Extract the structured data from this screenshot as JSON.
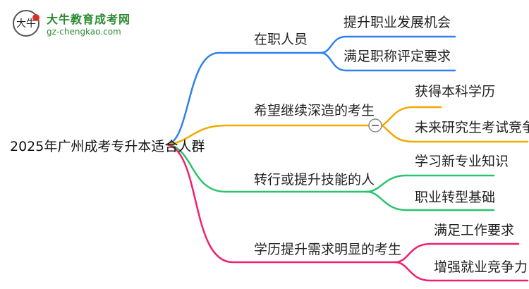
{
  "logo": {
    "name": "大牛教育成考网",
    "url": "gz-chengkao.com",
    "mark": "大牛"
  },
  "root": "2025年广州成考专升本适合人群",
  "colors": {
    "blue": "#2f80ed",
    "orange": "#f2a900",
    "green": "#27c46b",
    "pink": "#f0206e"
  },
  "branches": [
    {
      "label": "在职人员",
      "children": [
        "提升职业发展机会",
        "满足职称评定要求"
      ]
    },
    {
      "label": "希望继续深造的考生",
      "children": [
        "获得本科学历",
        "未来研究生考试竞争力"
      ],
      "collapse_icon": "minus-circle"
    },
    {
      "label": "转行或提升技能的人",
      "children": [
        "学习新专业知识",
        "职业转型基础"
      ]
    },
    {
      "label": "学历提升需求明显的考生",
      "children": [
        "满足工作要求",
        "增强就业竞争力"
      ]
    }
  ]
}
